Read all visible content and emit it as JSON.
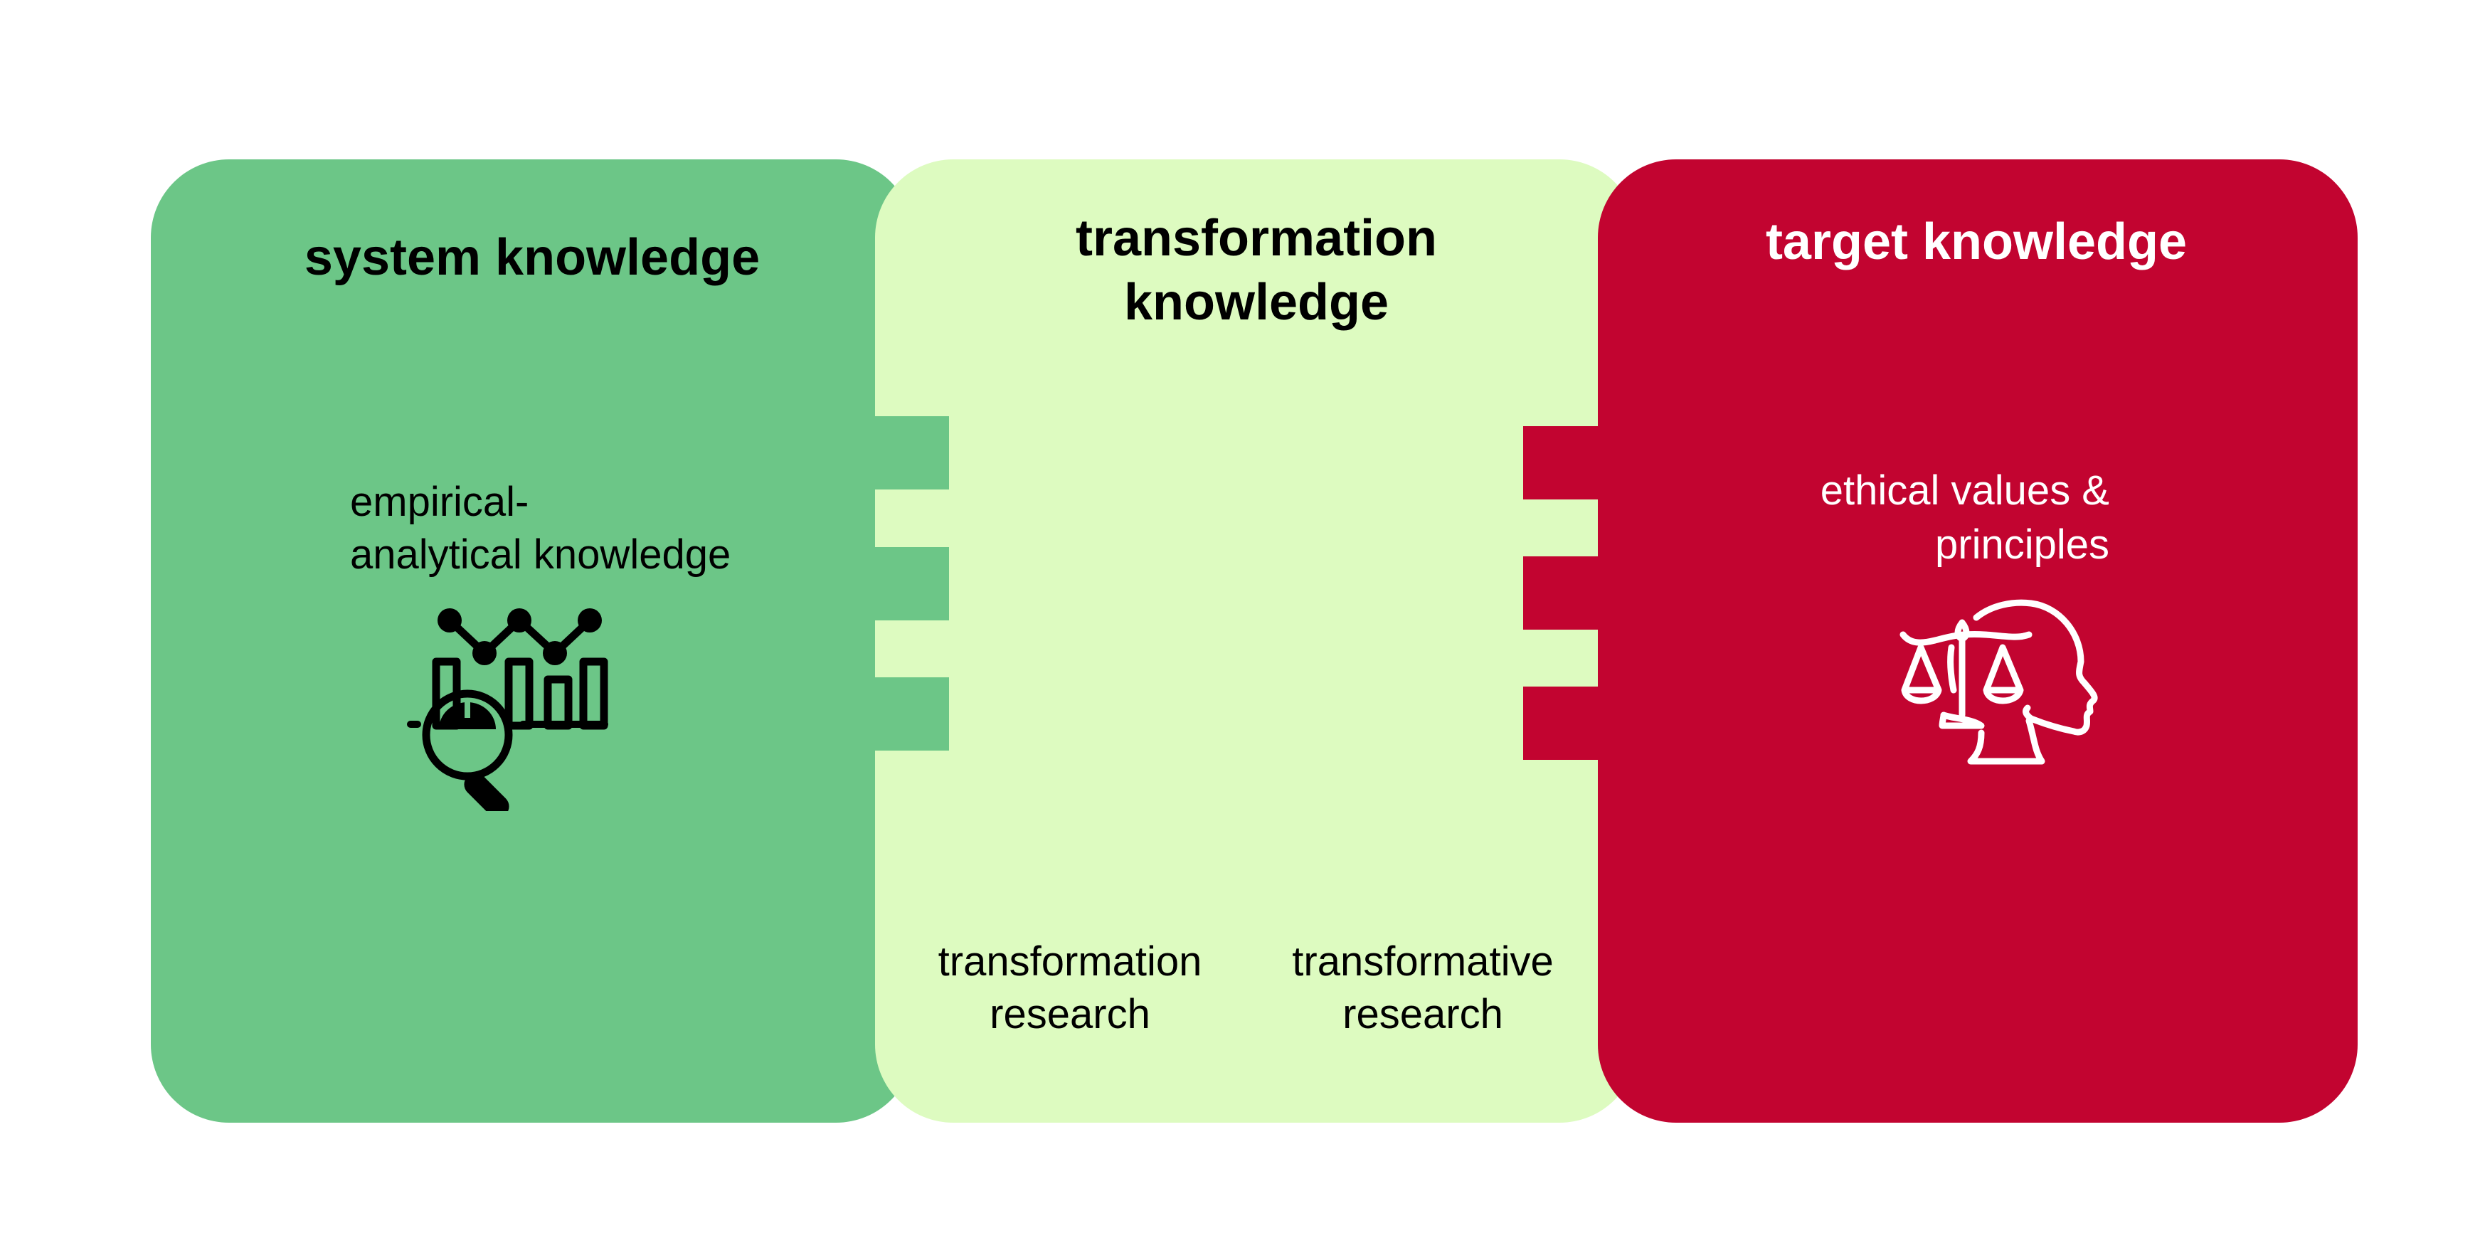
{
  "colors": {
    "system": "#6CC687",
    "transformation": "#DDFBC0",
    "target": "#C20430"
  },
  "system": {
    "title": "system knowledge",
    "line1": "empirical-",
    "line2": "analytical knowledge",
    "icon": "data-analysis-magnifier-icon"
  },
  "transformation": {
    "title_line1": "transformation",
    "title_line2": "knowledge",
    "left_line1": "transformation",
    "left_line2": "research",
    "right_line1": "transformative",
    "right_line2": "research"
  },
  "target": {
    "title": "target knowledge",
    "line1": "ethical values &",
    "line2": "principles",
    "icon": "scales-head-icon"
  }
}
